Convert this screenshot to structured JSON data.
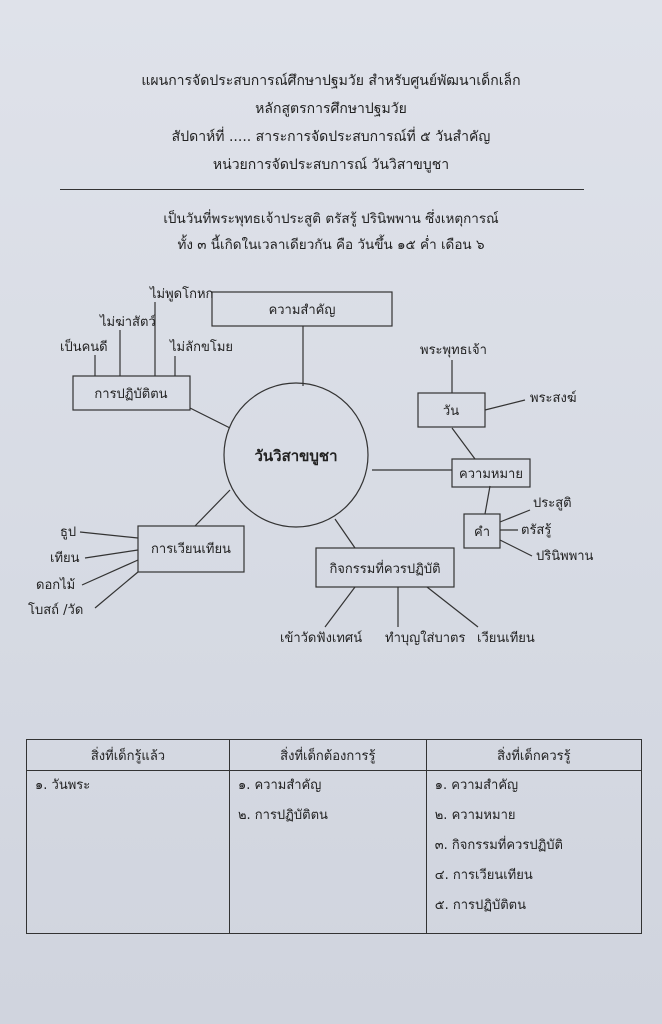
{
  "header": {
    "line1": "แผนการจัดประสบการณ์ศึกษาปฐมวัย  สำหรับศูนย์พัฒนาเด็กเล็ก",
    "line2": "หลักสูตรการศึกษาปฐมวัย",
    "line3": "สัปดาห์ที่ .....   สาระการจัดประสบการณ์ที่  ๕  วันสำคัญ",
    "line4": "หน่วยการจัดประสบการณ์  วันวิสาขบูชา"
  },
  "intro": {
    "line1": "เป็นวันที่พระพุทธเจ้าประสูติ ตรัสรู้ ปรินิพพาน ซึ่งเหตุการณ์",
    "line2": "ทั้ง ๓ นี้เกิดในเวลาเดียวกัน คือ วันขึ้น ๑๕ ค่ำ เดือน ๖"
  },
  "mindmap": {
    "center": "วันวิสาขบูชา",
    "importance": "ความสำคัญ",
    "practice": {
      "label": "การปฏิบัติตน",
      "items": [
        "ไม่พูดโกหก",
        "ไม่ฆ่าสัตว์",
        "เป็นคนดี",
        "ไม่ลักขโมย"
      ]
    },
    "day": {
      "label": "วัน",
      "items": [
        "พระพุทธเจ้า",
        "พระสงฆ์"
      ]
    },
    "meaning": "ความหมาย",
    "word": {
      "label": "คำ",
      "items": [
        "ประสูติ",
        "ตรัสรู้",
        "ปรินิพพาน"
      ]
    },
    "procession": {
      "label": "การเวียนเทียน",
      "items": [
        "ธูป",
        "เทียน",
        "ดอกไม้",
        "โบสถ์ /วัด"
      ]
    },
    "activities": {
      "label": "กิจกรรมที่ควรปฏิบัติ",
      "items": [
        "เข้าวัดฟังเทศน์",
        "ทำบุญใส่บาตร",
        "เวียนเทียน"
      ]
    }
  },
  "table": {
    "headers": [
      "สิ่งที่เด็กรู้แล้ว",
      "สิ่งที่เด็กต้องการรู้",
      "สิ่งที่เด็กควรรู้"
    ],
    "col1": [
      "๑. วันพระ"
    ],
    "col2": [
      "๑. ความสำคัญ",
      "๒. การปฏิบัติตน"
    ],
    "col3": [
      "๑. ความสำคัญ",
      "๒. ความหมาย",
      "๓. กิจกรรมที่ควรปฏิบัติ",
      "๔. การเวียนเทียน",
      "๕. การปฏิบัติตน"
    ]
  }
}
